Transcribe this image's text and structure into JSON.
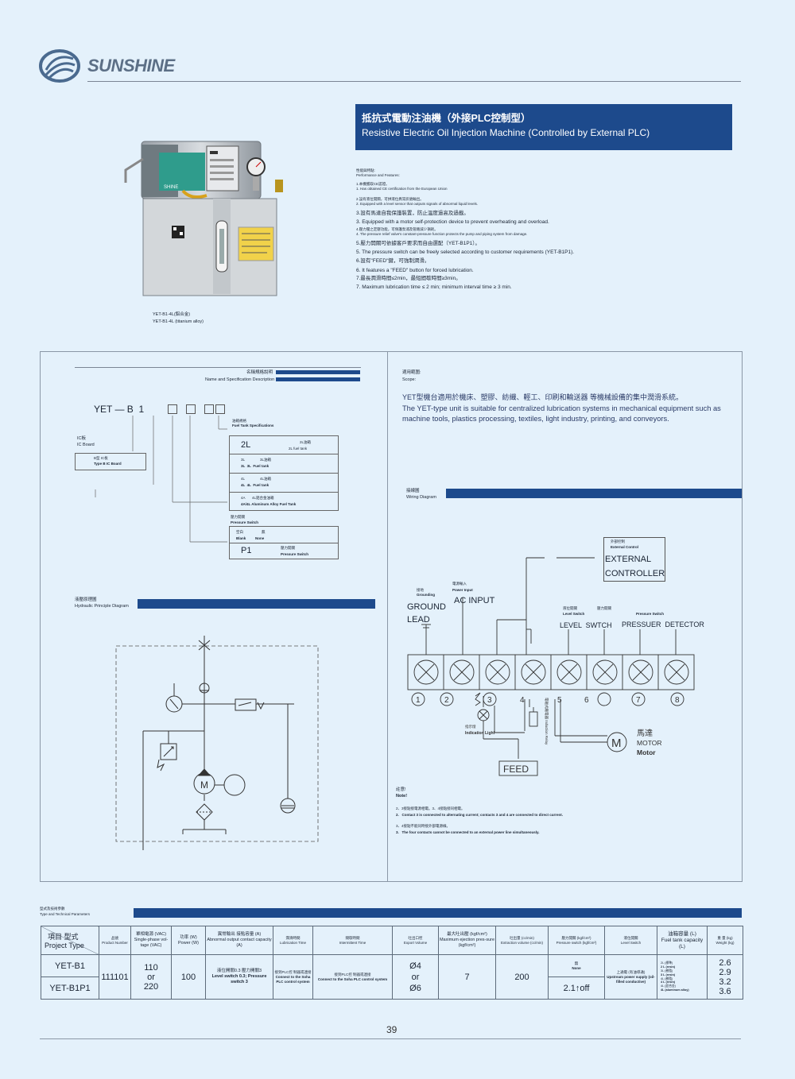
{
  "brand": {
    "name": "SUNSHINE"
  },
  "title": {
    "zh": "抵抗式電動注油機（外接PLC控制型）",
    "en": "Resistive Electric Oil Injection Machine (Controlled by External PLC)"
  },
  "product": {
    "panel_brand": "SHINE",
    "caption_zh": "YET-B1-4L(鋁合金)",
    "caption_en": "YET-B1-4L (titanium alloy)"
  },
  "features": {
    "heading_zh": "性能與特點:",
    "heading_en": "Performance and Features:",
    "items": [
      {
        "zh": "1.本機獲取CE認證。",
        "en": "1. Has obtained CE certification from the European Union"
      },
      {
        "zh": "2.設有液位開關，可拼液位異常訊號輸出。",
        "en": "2. Equipped with a level sensor that outputs signals of abnormal liquid levels."
      },
      {
        "zh": "3.設有馬達自我保護裝置，防止溫度過高及過載。",
        "en": "3. Equipped with a motor self-protection device to prevent overheating and overload."
      },
      {
        "zh": "4.壓力閥之定壓功能，可保護泵浦及管路減少損耗。",
        "en": "4. The pressure relief valve's constant-pressure function protects the pump and piping system from damage."
      },
      {
        "zh": "5.壓力開關可依據客戶要求而自由選配（YET-B1P1）。",
        "en": "5. The pressure switch can be freely selected according to customer requirements (YET-B1P1)."
      },
      {
        "zh": "6.設有\"FEED\"鍵，可強制潤滑。",
        "en": "6. It features a \"FEED\" button for forced lubrication."
      },
      {
        "zh": "7.最長潤滑時間≤2min，最短間歇時間≥3min。",
        "en": "7. Maximum lubrication time ≤ 2 min; minimum interval time ≥ 3 min."
      }
    ]
  },
  "naming": {
    "heading_zh": "名稱規格說明",
    "heading_en": "Name and Specification Description",
    "code": "YET — B  1",
    "fuel_tank_zh": "油箱規格",
    "fuel_tank_en": "Fuel Tank Specifications",
    "ic_zh": "IC板",
    "ic_en": "IC Board",
    "type_b_zh": "B型 IC板",
    "type_b_en": "Type B IC Board",
    "tank_rows": [
      {
        "code": "2L",
        "zh": "2L油箱",
        "en": "2L fuel tank"
      },
      {
        "code": "3L",
        "zh": "3L油箱",
        "en": "3L  3L  Fuel tank"
      },
      {
        "code": "4L",
        "zh": "4L油箱",
        "en": "4L  4L  Fuel tank"
      },
      {
        "code": "4A",
        "zh": "4L鋁合金油箱",
        "en": "4A/4L Aluminum Alloy Fuel Tank"
      }
    ],
    "ps_zh": "壓力開關",
    "ps_en": "Pressure Switch",
    "blank_zh": "空白",
    "blank_en": "Blank",
    "none_zh": "無",
    "none_en": "None",
    "p1": "P1",
    "p1_zh": "壓力開關",
    "p1_en": "Pressure Switch"
  },
  "scope": {
    "heading_zh": "適用範圍:",
    "heading_en": "Scope:",
    "zh": "YET型機台適用於機床、塑膠、紡織、輕工、印刷和輸送器  等機械設備的集中潤滑系統。",
    "en": "The YET-type unit is suitable for centralized lubrication systems in mechanical equipment such as machine tools, plastics processing, textiles, light industry, printing, and conveyors."
  },
  "wiring": {
    "heading_zh": "接線圖",
    "heading_en": "Wiring Diagram",
    "ext_zh": "外部控制",
    "ext_en": "External Control",
    "ext_1": "EXTERNAL",
    "ext_2": "CONTROLLER",
    "power_zh": "電源輸入",
    "power_en": "Power Input",
    "ac": "AC INPUT",
    "ground_zh": "接地",
    "ground_en": "Grounding",
    "ground_1": "GROUND",
    "ground_2": "LEAD",
    "level_zh": "液位開關",
    "level_en": "Level Switch",
    "level_txt": "LEVEL  SWTCH",
    "press_zh": "壓力開關",
    "press_en": "Pressure Switch",
    "press_txt": "PRESSUER  DETECTOR",
    "terminals": [
      "1",
      "2",
      "3",
      "4",
      "5",
      "6",
      "7",
      "8"
    ],
    "light_zh": "指示燈",
    "light_en": "Indication Light",
    "relay": "電磁式繼電器 Induction Relay",
    "motor_zh": "馬達",
    "motor_en": "MOTOR",
    "motor_en2": "Motor",
    "motor_sym": "M",
    "feed": "FEED"
  },
  "hydraulic": {
    "heading_zh": "液壓原理圖",
    "heading_en": "Hydraulic Principle Diagram",
    "motor_sym": "M"
  },
  "note": {
    "heading_zh": "註意!",
    "heading_en": "Note!",
    "items": [
      {
        "zh": "2、3接點接電源相電。3、4接點接同相電。",
        "en": "2.   Contact 3 is connected to alternating current; contacts 3 and 4 are connected to direct current."
      },
      {
        "zh": "3、4接點不能同時接外部電源線。",
        "en": "3.   The four contacts cannot be connected to an external power line simultaneously."
      }
    ]
  },
  "params": {
    "heading_zh": "型式及技術參數",
    "heading_en": "Type and Technical Parameters",
    "headers": {
      "project_zh": "項目 型式",
      "project_en": "Project Type",
      "pn_zh": "品號",
      "pn_en": "Product Number",
      "volt_zh": "單相電源  (VAC)",
      "volt_en": "Single-phase vol-tage (VAC)",
      "power_zh": "功率 (W)",
      "power_en": "Power (W)",
      "abn_zh": "異常輸出  接點容量 (A)",
      "abn_en": "Abnormal output contact capacity (A)",
      "lub_zh": "潤滑時間",
      "lub_en": "Lubrication Time",
      "int_zh": "間歇時間",
      "int_en": "Intermittent Time",
      "exp_zh": "吐出口徑",
      "exp_en": "Export Volume",
      "mep_zh": "最大吐出壓  (kgf/cm²)",
      "mep_en": "Maximum ejection pres-sure (kgf/cm²)",
      "exv_zh": "吐出量  (cc/min)",
      "exv_en": "Extraction volume (cc/min)",
      "psw_zh": "壓力開關  (kgf/cm²)",
      "psw_en": "Pressure switch (kgf/cm²)",
      "lvl_zh": "液位開關",
      "lvl_en": "Level Switch",
      "cap_zh": "油箱容量  (L)",
      "cap_en": "Fuel tank capacity (L)",
      "wt_zh": "重  量 (kg)",
      "wt_en": "Weight (kg)"
    },
    "rows": {
      "types": [
        "YET-B1",
        "YET-B1P1"
      ],
      "pn": "111101",
      "volt": [
        "110",
        "or",
        "220"
      ],
      "power": "100",
      "abn_zh": "液位開關0.3  壓力開關3",
      "abn_en": "Level switch 0.3; Pressure switch 3",
      "lub_zh": "接到PLC控  制器或連接",
      "lub_en": "Connect to the Soha PLC control system",
      "int_zh": "接到PLC控  制器或連接",
      "int_en": "Connect to the Soha PLC control system",
      "exp": [
        "Ø4",
        "or",
        "Ø6"
      ],
      "mep": "7",
      "exv": "200",
      "psw_none_zh": "無",
      "psw_none_en": "None",
      "psw_p1": "2.1↑off",
      "lvl_zh": "上通電  (有油導通)",
      "lvl_en": "Upstream power supply (oil-filled conductive)",
      "cap": [
        "2L (標準)",
        "2 L (resin)",
        "3L (樹脂)",
        "3 L (resin)",
        "4L (樹脂)",
        "4 L (resin)",
        "4L (鋁合金)",
        "4L (aluminum alloy)"
      ],
      "wt": [
        "2.6",
        "2.9",
        "3.2",
        "3.6"
      ]
    }
  },
  "page_number": "39"
}
